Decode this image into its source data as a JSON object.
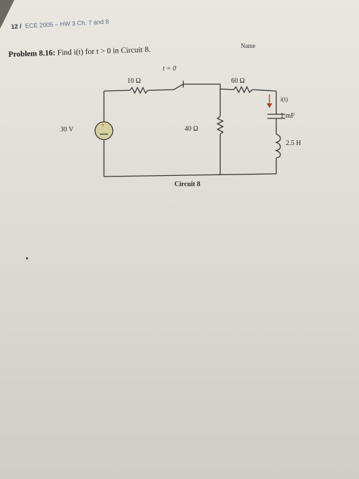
{
  "header": {
    "number": "12 /",
    "title": "ECE 2005 – HW 3 Ch. 7 and 8"
  },
  "name_label": "Name",
  "problem": {
    "label": "Problem 8.16:",
    "text": "Find i(t) for t > 0 in Circuit 8."
  },
  "circuit": {
    "switch_label": "t = 0",
    "r1": "10 Ω",
    "r2": "60 Ω",
    "r3": "40 Ω",
    "current": "i(t)",
    "capacitor": "1 mF",
    "inductor": "2.5 H",
    "source": "30 V",
    "source_sign": "+",
    "caption": "Circuit 8"
  }
}
